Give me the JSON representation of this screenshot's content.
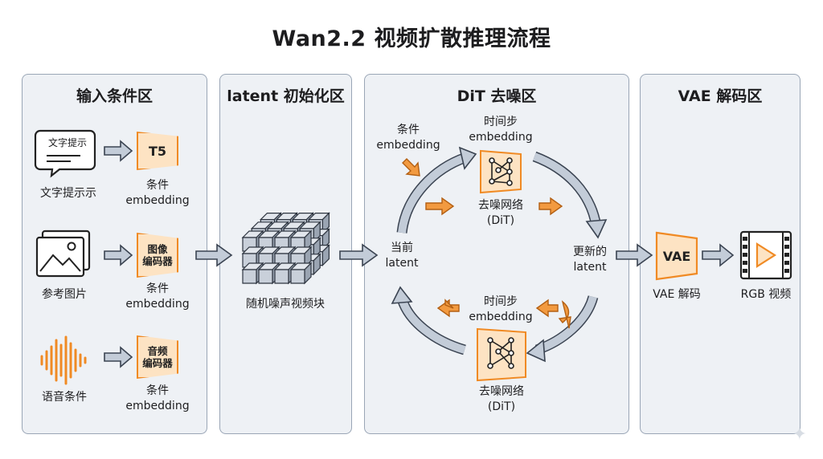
{
  "title": "Wan2.2 视频扩散推理流程",
  "panels": {
    "input": {
      "title": "输入条件区",
      "text_prompt": {
        "bubble_text": "文字提示",
        "label": "文字提示示"
      },
      "t5": {
        "encoder": "T5",
        "output_l1": "条件",
        "output_l2": "embedding"
      },
      "ref_image": {
        "label": "参考图片"
      },
      "image_encoder": {
        "encoder_l1": "图像",
        "encoder_l2": "编码器",
        "output_l1": "条件",
        "output_l2": "embedding"
      },
      "audio": {
        "label": "语音条件"
      },
      "audio_encoder": {
        "encoder_l1": "音频",
        "encoder_l2": "编码器",
        "output_l1": "条件",
        "output_l2": "embedding"
      }
    },
    "latent": {
      "title": "latent 初始化区",
      "noise_label": "随机噪声视频块"
    },
    "dit": {
      "title": "DiT 去噪区",
      "cond_l1": "条件",
      "cond_l2": "embedding",
      "timestep_top_l1": "时间步",
      "timestep_top_l2": "embedding",
      "dit_top_l1": "去噪网络",
      "dit_top_l2": "(DiT)",
      "current_l1": "当前",
      "current_l2": "latent",
      "updated_l1": "更新的",
      "updated_l2": "latent",
      "timestep_bottom_l1": "时间步",
      "timestep_bottom_l2": "embedding",
      "dit_bottom_l1": "去噪网络",
      "dit_bottom_l2": "(DiT)"
    },
    "vae": {
      "title": "VAE 解码区",
      "vae_box": "VAE",
      "vae_label": "VAE 解码",
      "output_label": "RGB 视频"
    }
  },
  "colors": {
    "accent_orange": "#f08a24",
    "accent_orange_fill": "#fde3c3",
    "panel_bg": "#eef1f5",
    "panel_border": "#9aa6b6",
    "flow_arrow": "#b7c3d1",
    "cube_face": "#c9d0da"
  },
  "icons": {
    "text_prompt": "speech-bubble-icon",
    "ref_image": "image-icon",
    "audio": "sound-wave-icon",
    "dit": "network-icon",
    "output": "video-play-icon"
  }
}
